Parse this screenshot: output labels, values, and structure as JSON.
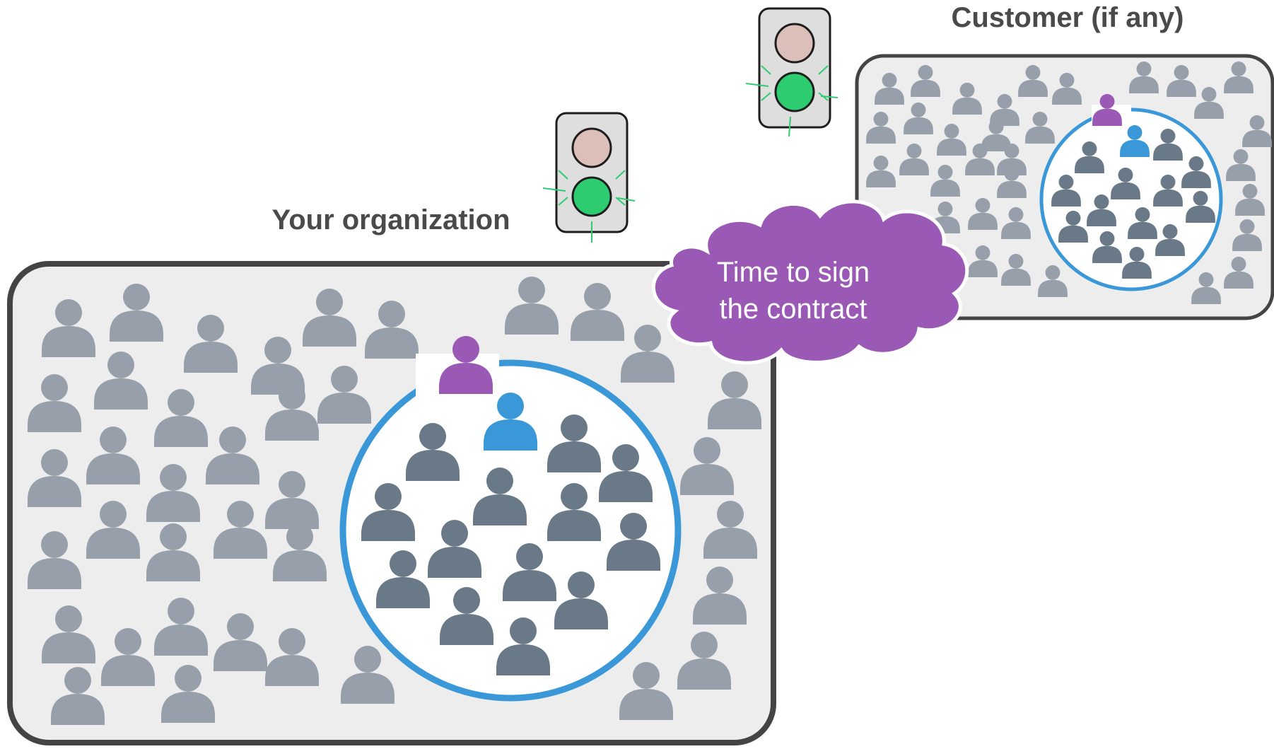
{
  "labels": {
    "org": "Your organization",
    "customer": "Customer (if any)",
    "cloud_line1": "Time to sign",
    "cloud_line2": "the contract"
  },
  "colors": {
    "org_fill": "#ededed",
    "org_border": "#444444",
    "person_outer": "#97a0aa",
    "person_inner": "#6a7988",
    "person_blue": "#3a98d8",
    "person_purple": "#9b59b6",
    "circle_stroke": "#3a98d8",
    "cloud": "#9b59b6",
    "light_green": "#2ecc71",
    "light_off": "#dcbfb8"
  },
  "icons": {
    "traffic_light": "traffic-light-icon",
    "person": "person-icon",
    "cloud": "cloud-shape"
  }
}
